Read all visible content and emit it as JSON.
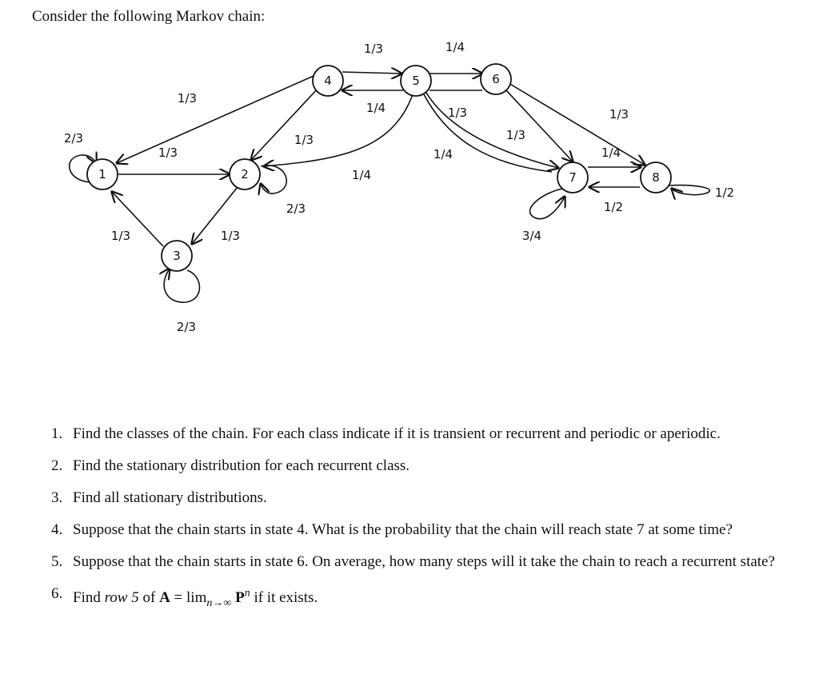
{
  "intro_text": "Consider the following Markov chain:",
  "diagram": {
    "states": [
      "1",
      "2",
      "3",
      "4",
      "5",
      "6",
      "7",
      "8"
    ],
    "edge_labels": {
      "loop_1": "2/3",
      "1_to_4": "1/3",
      "1_to_2": "1/3",
      "3_to_1": "1/3",
      "2_to_3": "1/3",
      "loop_2": "2/3",
      "2_to_4": "1/3",
      "4_to_5": "1/3",
      "5_to_4": "1/4",
      "5_to_2": "1/4",
      "5_to_6": "1/4",
      "5_to_7_upper": "1/3",
      "5_to_7_lower": "1/4",
      "6_to_7": "1/3",
      "6_to_8": "1/3",
      "7_to_8": "1/4",
      "8_to_7": "1/2",
      "loop_7": "3/4",
      "loop_8": "1/2",
      "loop_3": "2/3"
    }
  },
  "questions": [
    {
      "num": "1.",
      "text": "Find the classes of the chain. For each class indicate if it is transient or recurrent and periodic or aperiodic."
    },
    {
      "num": "2.",
      "text": "Find the stationary distribution for each recurrent class."
    },
    {
      "num": "3.",
      "text": "Find all stationary distributions."
    },
    {
      "num": "4.",
      "text": "Suppose that the chain starts in state 4. What is the probability that the chain will reach state 7 at some time?"
    },
    {
      "num": "5.",
      "text": "Suppose that the chain starts in state 6.  On average, how many steps will it take the chain to reach a recurrent state?"
    },
    {
      "num": "6.",
      "text_parts": [
        "Find ",
        "row 5",
        " of ",
        "A",
        " = lim",
        "n→∞",
        " ",
        "P",
        "n",
        " if it exists."
      ]
    }
  ]
}
